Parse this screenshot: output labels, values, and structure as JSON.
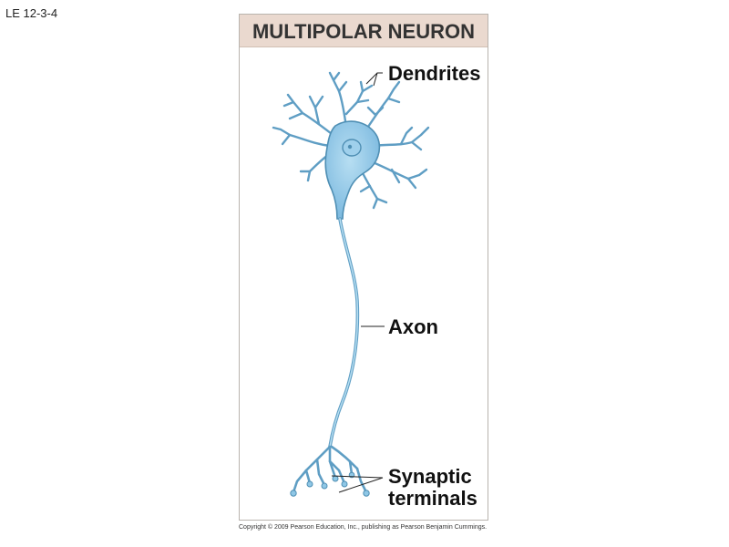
{
  "slide_label": "LE 12-3-4",
  "panel": {
    "title": "MULTIPOLAR NEURON"
  },
  "labels": {
    "dendrites": "Dendrites",
    "axon": "Axon",
    "synaptic_line1": "Synaptic",
    "synaptic_line2": "terminals"
  },
  "copyright": "Copyright © 2009 Pearson Education, Inc., publishing as Pearson Benjamin Cummings.",
  "colors": {
    "cell_fill": "#8fc7e6",
    "cell_stroke": "#4f8fb4",
    "header_fill": "#ead9cf"
  }
}
